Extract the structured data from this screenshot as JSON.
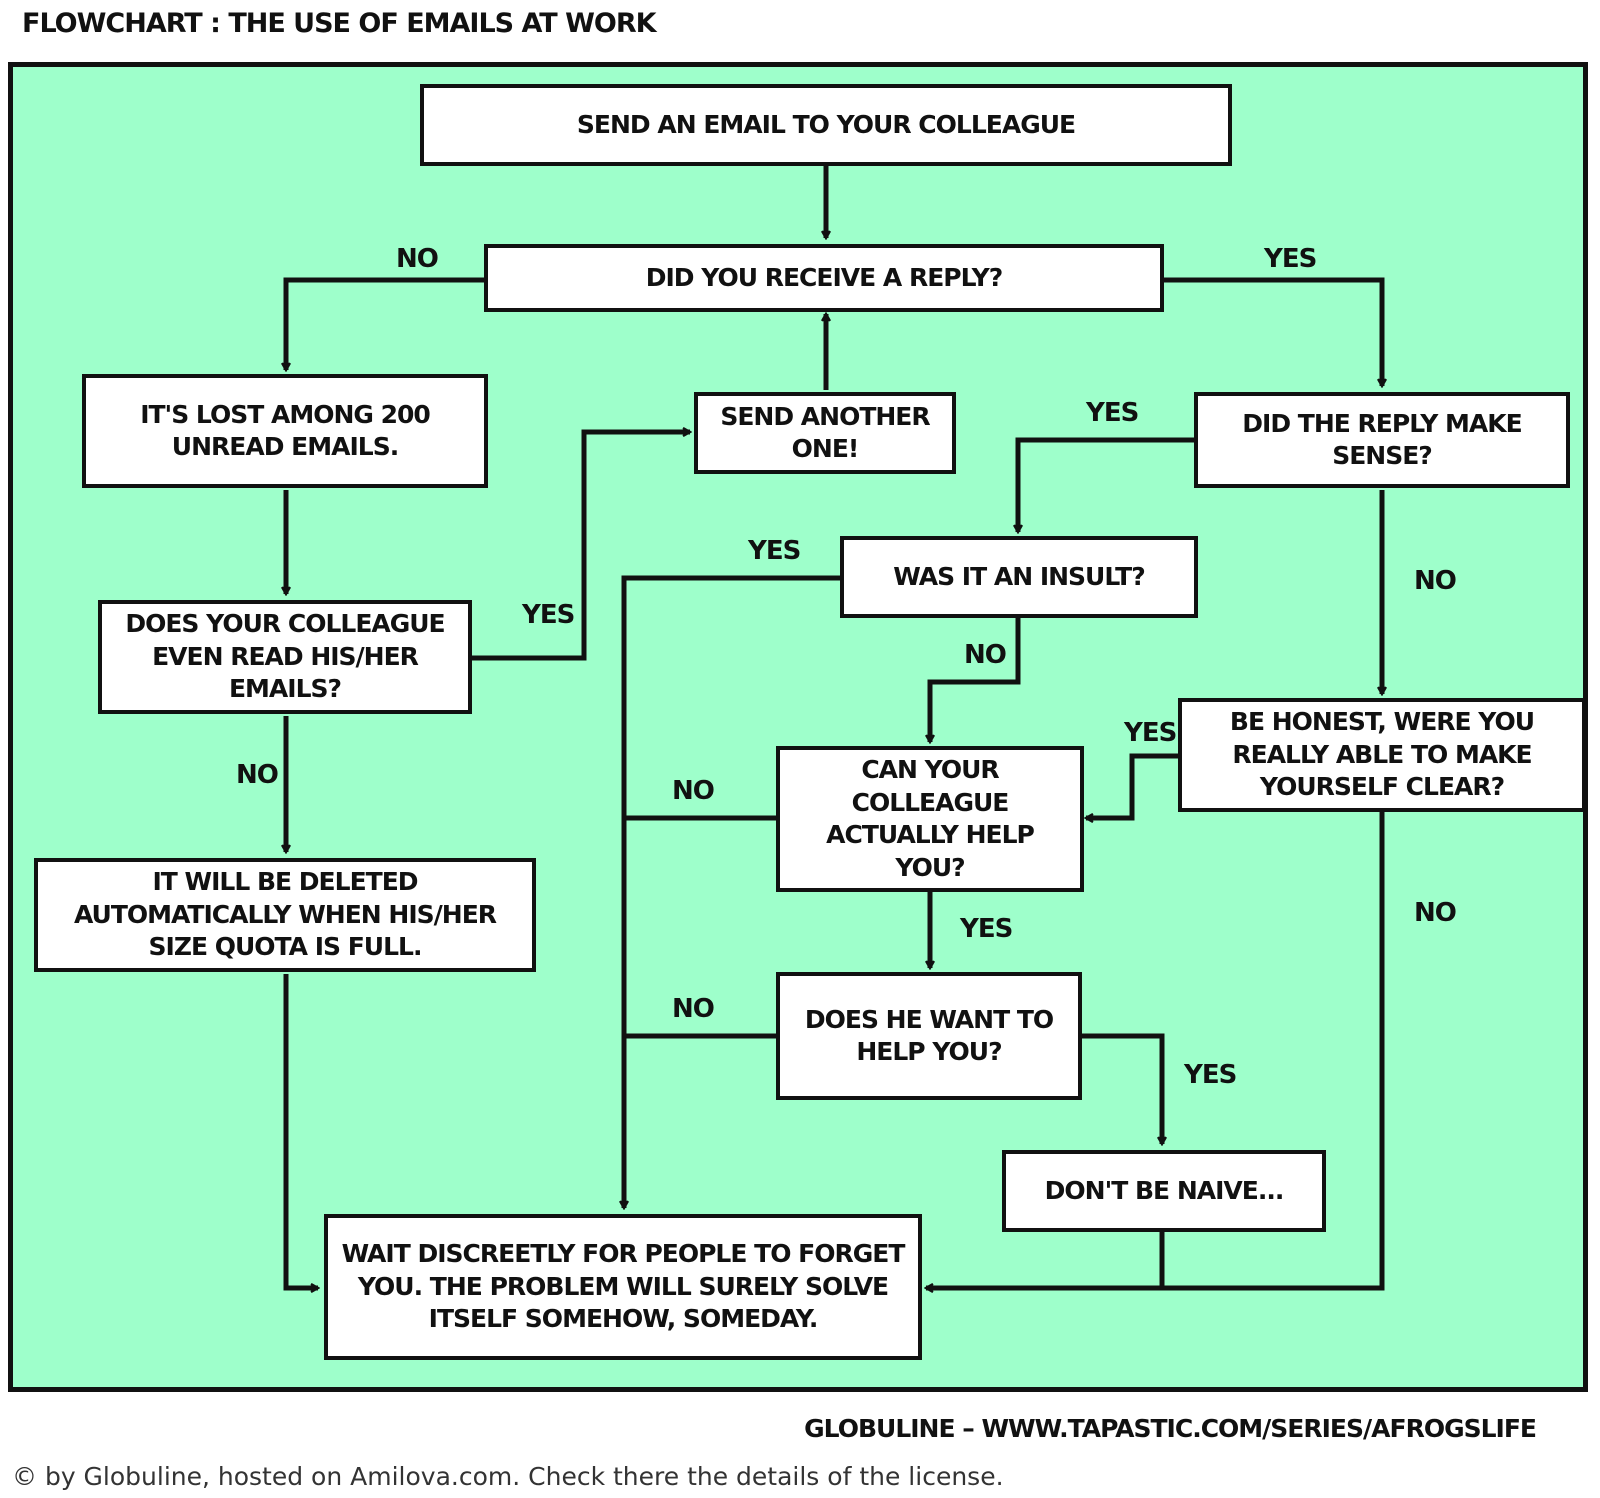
{
  "title": "FLOWCHART : THE USE OF EMAILS AT WORK",
  "nodes": {
    "send": "SEND AN EMAIL TO YOUR COLLEAGUE",
    "reply": "DID YOU RECEIVE A REPLY?",
    "lost": "IT'S LOST AMONG 200 UNREAD EMAILS.",
    "another": "SEND ANOTHER ONE!",
    "sense": "DID THE REPLY MAKE SENSE?",
    "read": "DOES YOUR COLLEAGUE EVEN READ HIS/HER EMAILS?",
    "insult": "WAS IT AN INSULT?",
    "honest": "BE HONEST, WERE YOU REALLY ABLE TO MAKE YOURSELF CLEAR?",
    "canhelp": "CAN YOUR COLLEAGUE ACTUALLY HELP YOU?",
    "deleted": "IT WILL BE DELETED AUTOMATICALLY WHEN HIS/HER SIZE QUOTA IS FULL.",
    "wanthelp": "DOES HE WANT TO HELP YOU?",
    "naive": "DON'T BE NAIVE...",
    "wait": "WAIT DISCREETLY FOR PEOPLE TO FORGET YOU. THE PROBLEM WILL SURELY SOLVE ITSELF SOMEHOW, SOMEDAY."
  },
  "labels": {
    "yes": "YES",
    "no": "NO"
  },
  "credit": "GLOBULINE – WWW.TAPASTIC.COM/SERIES/AFROGSLIFE",
  "license": "© by Globuline, hosted on Amilova.com. Check there the details of the license."
}
